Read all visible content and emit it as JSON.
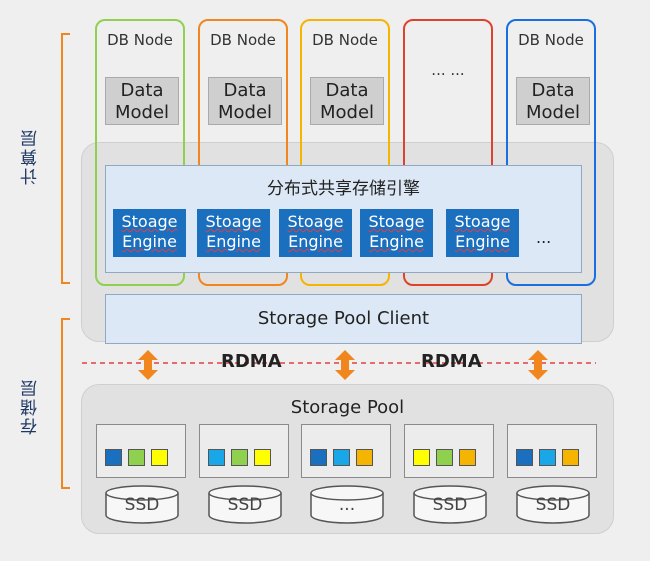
{
  "layers": {
    "compute": "计算层",
    "storage": "存储层"
  },
  "nodes": [
    {
      "title": "DB Node",
      "dm_line1": "Data",
      "dm_line2": "Model",
      "color": "#8fd14f"
    },
    {
      "title": "DB Node",
      "dm_line1": "Data",
      "dm_line2": "Model",
      "color": "#f0861d"
    },
    {
      "title": "DB Node",
      "dm_line1": "Data",
      "dm_line2": "Model",
      "color": "#f5b400"
    },
    {
      "title": "... ...",
      "dm_line1": "",
      "dm_line2": "",
      "color": "#e0412d"
    },
    {
      "title": "DB Node",
      "dm_line1": "Data",
      "dm_line2": "Model",
      "color": "#1a6fe0"
    }
  ],
  "engine_title": "分布式共享存储引擎",
  "engines": [
    {
      "l1": "Stoage",
      "l2": "Engine"
    },
    {
      "l1": "Stoage",
      "l2": "Engine"
    },
    {
      "l1": "Stoage",
      "l2": "Engine"
    },
    {
      "l1": "Stoage",
      "l2": "Engine"
    },
    {
      "l1": "Stoage",
      "l2": "Engine"
    }
  ],
  "engine_more": "...",
  "client_label": "Storage Pool Client",
  "rdma": [
    "RDMA",
    "RDMA"
  ],
  "pool_label": "Storage Pool",
  "storage_units": [
    {
      "colors": [
        "#1a6fbf",
        "#8fd14f",
        "#ffff00"
      ],
      "disk": "SSD"
    },
    {
      "colors": [
        "#1aa7e8",
        "#8fd14f",
        "#ffff00"
      ],
      "disk": "SSD"
    },
    {
      "colors": [
        "#1a6fbf",
        "#1aa7e8",
        "#f5b400"
      ],
      "disk": "..."
    },
    {
      "colors": [
        "#ffff00",
        "#8fd14f",
        "#f5b400"
      ],
      "disk": "SSD"
    },
    {
      "colors": [
        "#1a6fbf",
        "#1aa7e8",
        "#f5b400"
      ],
      "disk": "SSD"
    }
  ],
  "accent": {
    "bracket": "#f0861d",
    "arrow": "#f0861d",
    "divider": "#e04040"
  }
}
